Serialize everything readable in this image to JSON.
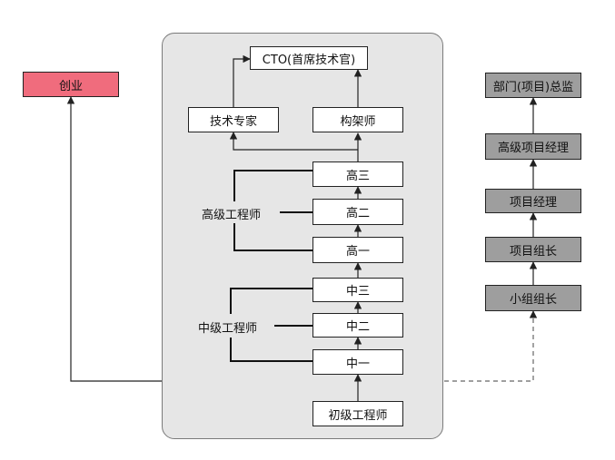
{
  "diagram": {
    "startup": "创业",
    "cto": "CTO(首席技术官)",
    "tech_expert": "技术专家",
    "architect": "构架师",
    "senior_3": "高三",
    "senior_2": "高二",
    "senior_1": "高一",
    "senior_group": "高级工程师",
    "mid_3": "中三",
    "mid_2": "中二",
    "mid_1": "中一",
    "mid_group": "中级工程师",
    "junior": "初级工程师",
    "director": "部门(项目)总监",
    "senior_pm": "高级项目经理",
    "pm": "项目经理",
    "team_lead": "项目组长",
    "group_lead": "小组组长"
  },
  "colors": {
    "panel": "#e6e6e6",
    "gray_box": "#9e9e9e",
    "red_box": "#f06c7d",
    "line": "#222222",
    "dashed": "#666666"
  }
}
